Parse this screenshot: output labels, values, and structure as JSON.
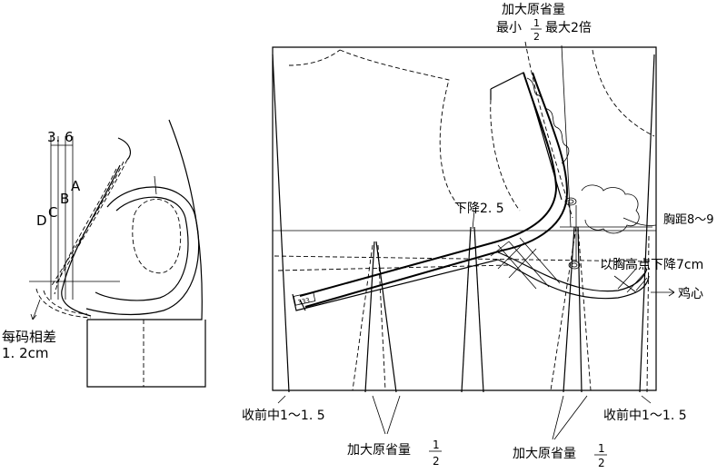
{
  "left_figure": {
    "measure_top": "3. 6",
    "sizes": [
      "A",
      "B",
      "C",
      "D"
    ],
    "size_note_1": "每码相差",
    "size_note_2": "1. 2cm"
  },
  "right_figure": {
    "top_note_1": "加大原省量",
    "top_note_2_prefix": "最小",
    "top_note_2_suffix": "最大2倍",
    "drop_label": "下降2. 5",
    "bust_distance": "胸距8～9",
    "bust_drop": "以胸高点下降7cm",
    "pit_label": "鸡心",
    "front_center_left": "收前中1～1. 5",
    "front_center_right": "收前中1～1. 5",
    "dart_left_prefix": "加大原省量",
    "dart_right_prefix": "加大原省量",
    "frac_num": "1",
    "frac_den": "2",
    "tag": "333"
  }
}
